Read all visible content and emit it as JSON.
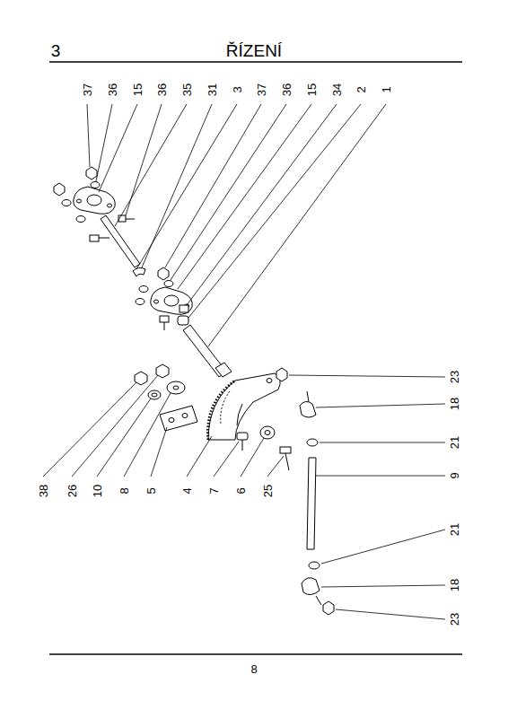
{
  "diagram": {
    "title": "ŘÍZENÍ",
    "labels": [
      "3",
      "37",
      "36",
      "15",
      "36",
      "35",
      "31",
      "3",
      "37",
      "36",
      "15",
      "34",
      "2",
      "1",
      "23",
      "18",
      "21",
      "9",
      "21",
      "18",
      "23",
      "38",
      "26",
      "10",
      "8",
      "5",
      "4",
      "7",
      "6",
      "25",
      "8"
    ]
  }
}
